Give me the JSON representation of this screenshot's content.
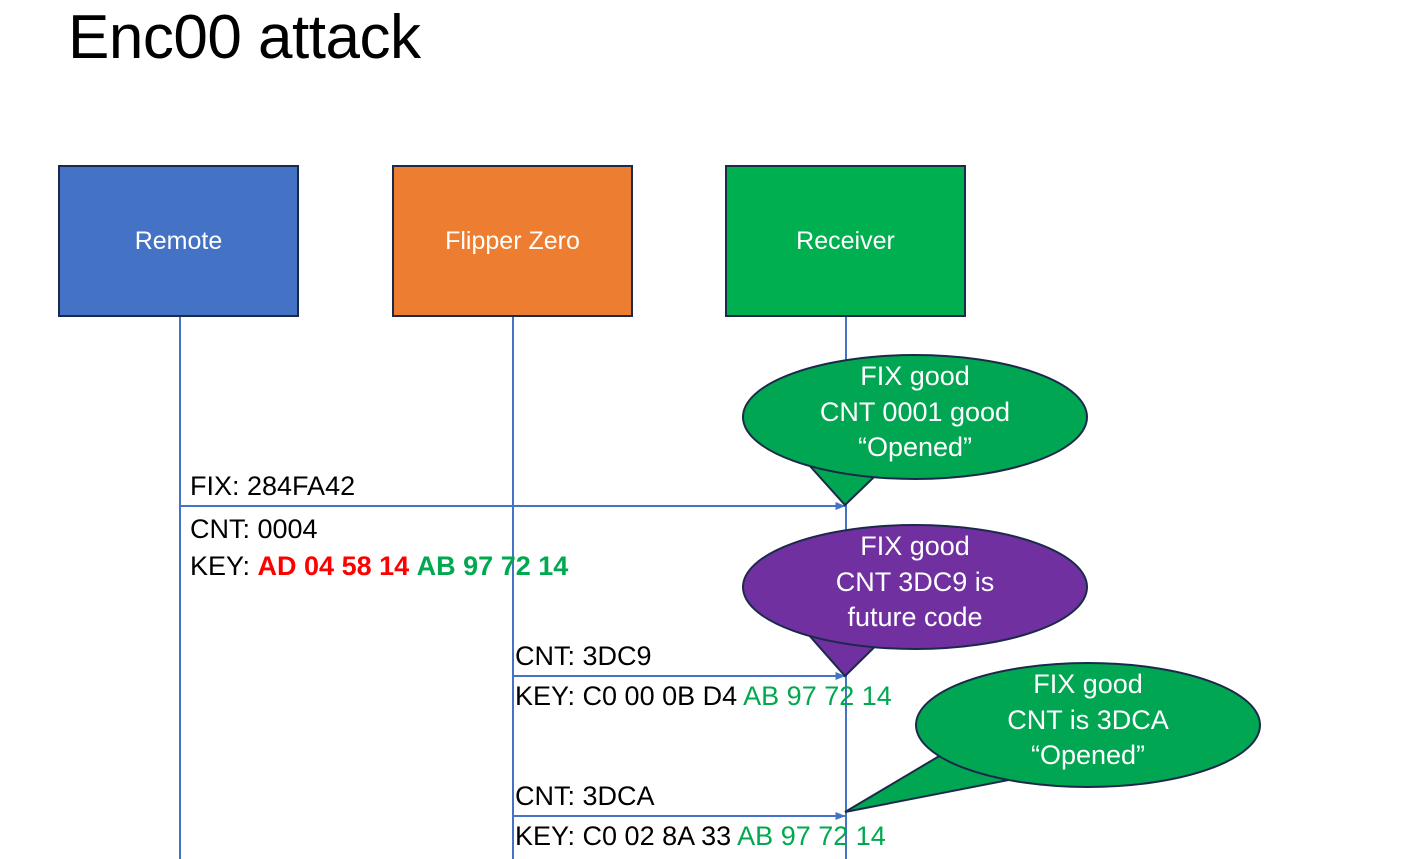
{
  "slide": {
    "title": "Enc00 attack",
    "background": "#FFFFFF"
  },
  "colors": {
    "remote_fill": "#4472C4",
    "flipper_fill": "#ED7D31",
    "receiver_fill": "#00B050",
    "callout_green": "#00A651",
    "callout_purple": "#7030A0",
    "lifeline": "#4472C4",
    "box_border": "#1B2A4A",
    "key_red": "#FF0000",
    "key_green": "#00A94F",
    "text": "#000000"
  },
  "actors": [
    {
      "id": "remote",
      "label": "Remote"
    },
    {
      "id": "flipper",
      "label": "Flipper Zero"
    },
    {
      "id": "receiver",
      "label": "Receiver"
    }
  ],
  "messages": [
    {
      "id": "msg-1",
      "from": "remote",
      "to": "receiver",
      "above": "FIX: 284FA42",
      "below_line1": "CNT: 0004",
      "below_line2_prefix": "KEY: ",
      "below_line2_red": "AD 04 58 14",
      "below_line2_green": "AB 97 72 14"
    },
    {
      "id": "msg-2",
      "from": "flipper",
      "to": "receiver",
      "above": "CNT: 3DC9",
      "below_line1_prefix": "KEY: C0 00 0B D4 ",
      "below_line1_green": "AB 97 72 14"
    },
    {
      "id": "msg-3",
      "from": "flipper",
      "to": "receiver",
      "above": "CNT: 3DCA",
      "below_line1_prefix": "KEY: C0 02 8A 33 ",
      "below_line1_green": "AB 97 72 14"
    }
  ],
  "callouts": [
    {
      "id": "callout-1",
      "color": "#00A651",
      "lines": [
        "FIX good",
        "CNT 0001 good",
        "“Opened”"
      ]
    },
    {
      "id": "callout-2",
      "color": "#7030A0",
      "lines": [
        "FIX good",
        "CNT 3DC9 is",
        "future code"
      ]
    },
    {
      "id": "callout-3",
      "color": "#00A651",
      "lines": [
        "FIX good",
        "CNT is 3DCA",
        "“Opened”"
      ]
    }
  ]
}
